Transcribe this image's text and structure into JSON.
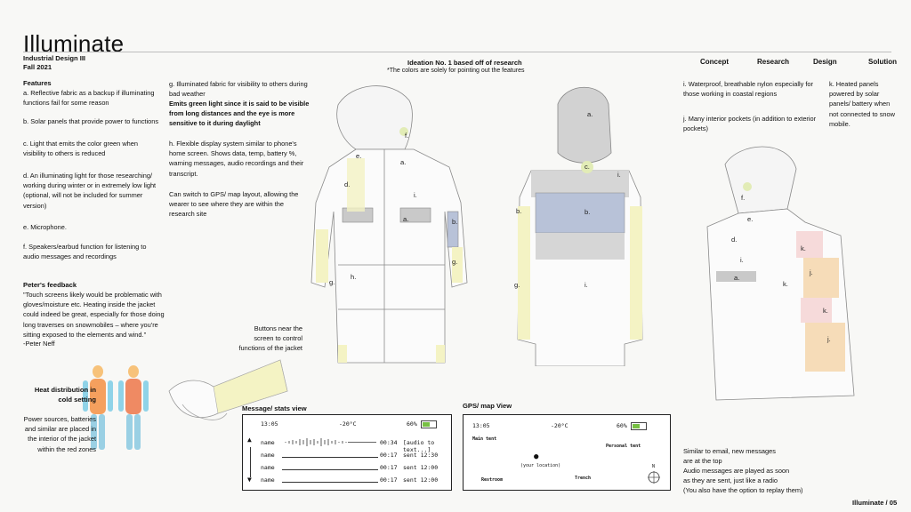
{
  "header": {
    "title": "Illuminate",
    "course": "Industrial Design III",
    "term": "Fall 2021",
    "nav": [
      "Concept",
      "Research",
      "Design",
      "Solution"
    ],
    "ideation": "Ideation No. 1 based off of research",
    "ideation_note": "*The colors are solely for pointing out the features"
  },
  "features": {
    "heading": "Features",
    "a": "a. Reflective fabric as a backup if illuminating functions fail for some reason",
    "b": "b. Solar panels that provide power to functions",
    "c": "c. Light that emits the color green when visibility to others is reduced",
    "d": "d. An illuminating light for those researching/ working during winter or in extremely low light (optional, will not be included for summer version)",
    "e": "e. Microphone.",
    "f": "f. Speakers/earbud function for listening to audio messages and recordings",
    "g": "g. Illuminated fabric for visibility to others during bad weather",
    "g_bold": "Emits green light since it is said to be visible from long distances and the eye is more sensitive to it during daylight",
    "h": "h. Flexible display system similar to phone's home screen. Shows data, temp, battery %, warning messages, audio recordings and their transcript.",
    "h2": "Can switch to GPS/ map layout, allowing the wearer to see where they are within the research site",
    "i": "i. Waterproof, breathable nylon especially for those working in coastal regions",
    "j": "j. Many interior pockets (in addition to exterior pockets)",
    "k": "k. Heated panels powered by solar panels/ battery when not connected to snow mobile."
  },
  "feedback": {
    "heading": "Peter's feedback",
    "quote": "\"Touch screens likely would be problematic with gloves/moisture etc. Heating inside the jacket could indeed be great, especially for those doing long traverses on snowmobiles – where you're sitting exposed to the elements and wind.\"",
    "author": "-Peter Neff"
  },
  "heat": {
    "heading": "Heat distribution in cold setting",
    "note": "Power sources, batteries and similar are placed in the interior of the jacket within the red zones"
  },
  "buttons_note": "Buttons near the screen to control functions of the jacket",
  "message_view": {
    "title": "Message/ stats view",
    "time": "13:05",
    "temp": "-20°C",
    "battery": "60%",
    "battery_level": 0.6,
    "rows": [
      {
        "name": "name",
        "dur": "00:34",
        "text": "[audio to text...]"
      },
      {
        "name": "name",
        "dur": "00:17",
        "text": "sent 12:30"
      },
      {
        "name": "name",
        "dur": "00:17",
        "text": "sent 12:00"
      },
      {
        "name": "name",
        "dur": "00:17",
        "text": "sent 12:00"
      }
    ]
  },
  "gps_view": {
    "title": "GPS/ map View",
    "time": "13:05",
    "temp": "-20°C",
    "battery": "60%",
    "battery_level": 0.6,
    "places": [
      "Main tent",
      "Personal tent",
      "(your location)",
      "Restroom",
      "Trench"
    ],
    "compass": "N"
  },
  "notes_right": [
    "Similar to email, new messages",
    "are at  the  top",
    "Audio messages are played as soon",
    "as they are sent, just like a radio",
    "(You also have the option to replay them)"
  ],
  "footer": "Illuminate / 05",
  "colors": {
    "green_fabric": "#f4f3c4",
    "solar_panel": "#b8c2d8",
    "reflective": "#cfcfcf",
    "green_light": "#e2ecb6",
    "heated_panel": "#f6dcb8",
    "heated_panel_light": "#f6dada"
  }
}
